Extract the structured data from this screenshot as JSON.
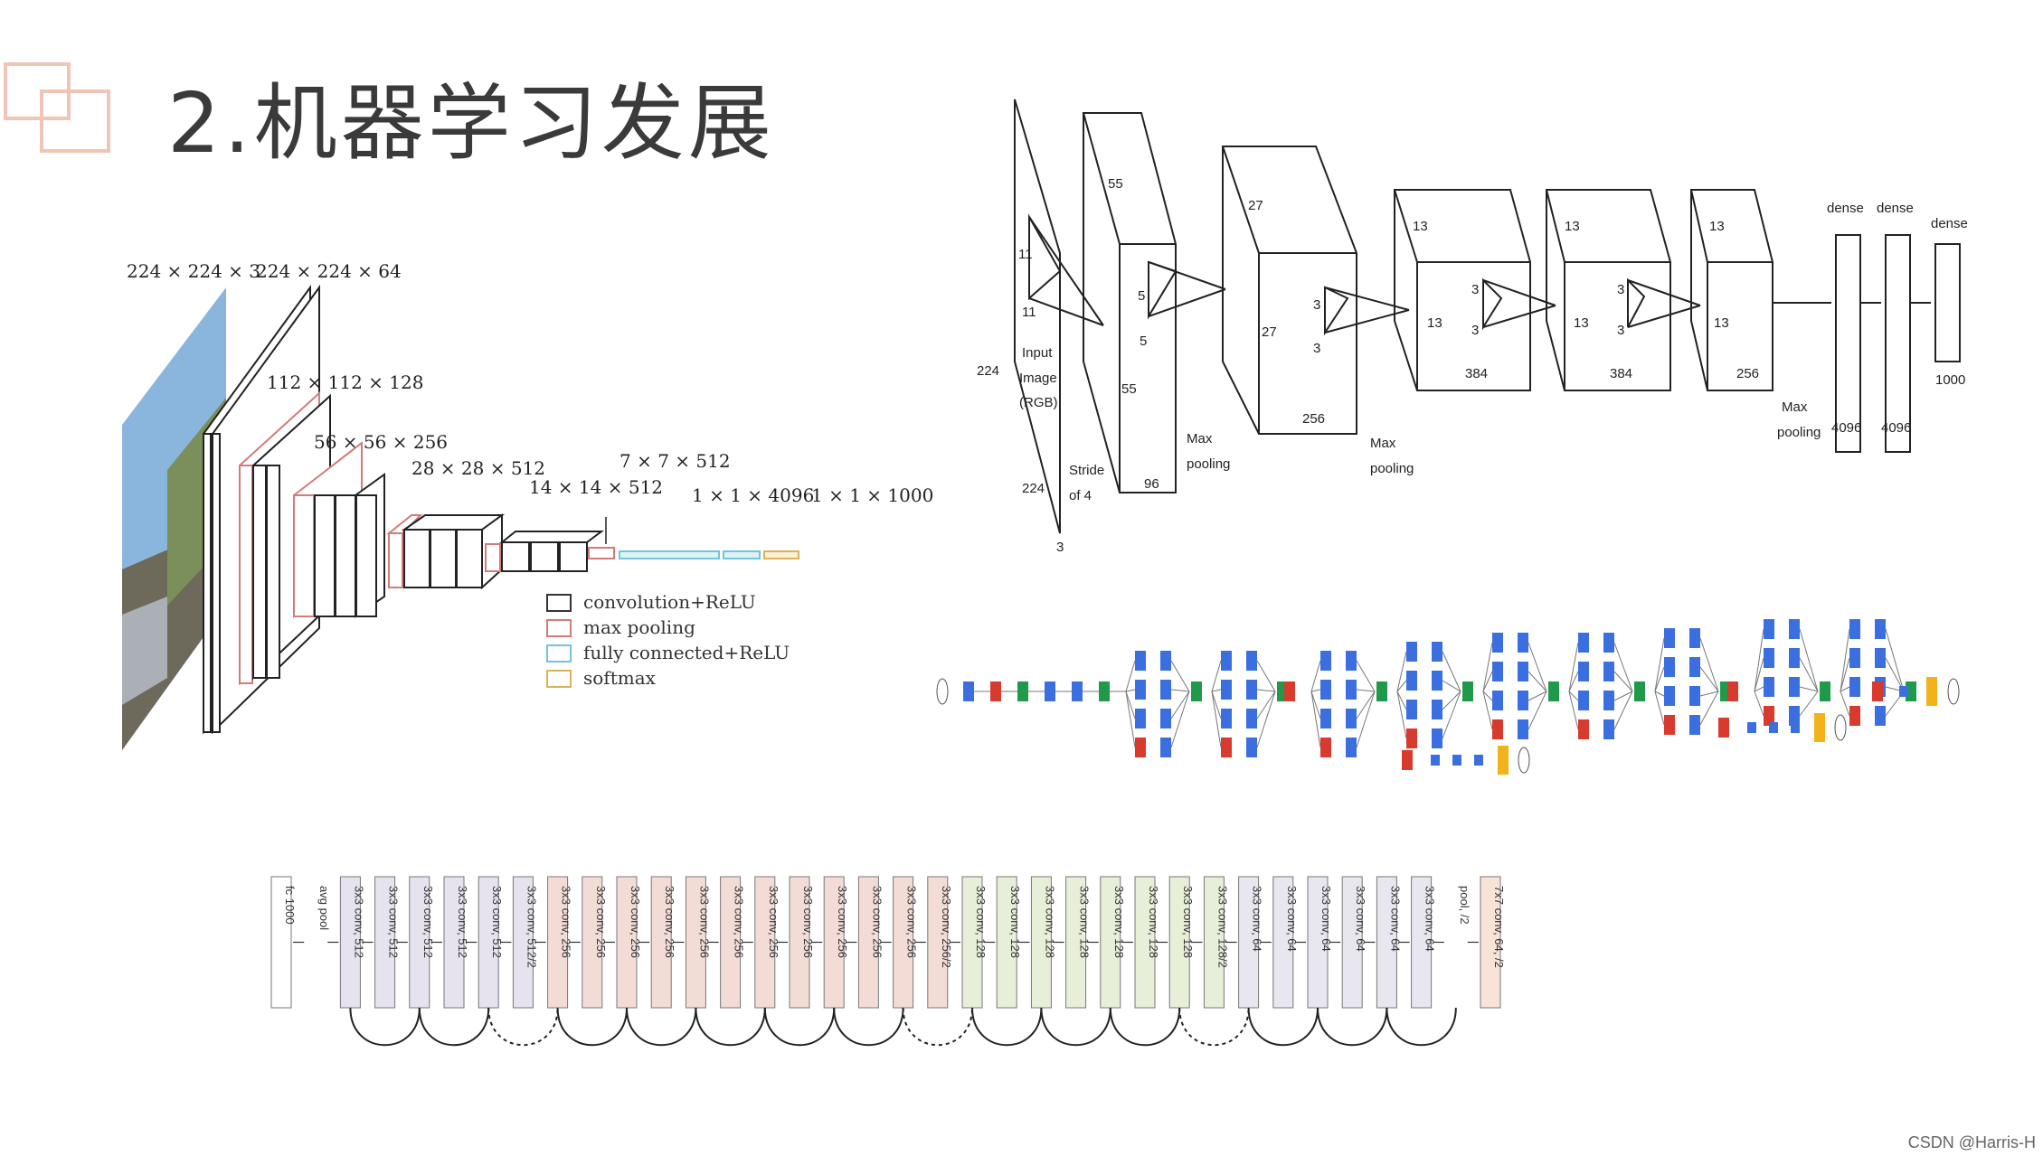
{
  "slide": {
    "title": "2.机器学习发展"
  },
  "watermark": "CSDN @Harris-H",
  "vgg": {
    "shape_labels": [
      "224 × 224 × 3",
      "224 × 224 × 64",
      "112 × 112 × 128",
      "56 × 56 × 256",
      "28 × 28 × 512",
      "14 × 14 × 512",
      "7 × 7 × 512",
      "1 × 1 × 4096",
      "1 × 1 × 1000"
    ],
    "legend": [
      {
        "label": "convolution+ReLU",
        "color": "#333333"
      },
      {
        "label": "max pooling",
        "color": "#d47a7a"
      },
      {
        "label": "fully connected+ReLU",
        "color": "#6fc7d9"
      },
      {
        "label": "softmax",
        "color": "#d9b35a"
      }
    ]
  },
  "alexnet": {
    "labels": {
      "input_h": "224",
      "input_w": "224",
      "input_d": "3",
      "k11a": "11",
      "k11b": "11",
      "input": "Input",
      "image": "Image",
      "rgb": "(RGB)",
      "stride": "Stride",
      "of4": "of 4",
      "l1_h": "55",
      "l1_w": "55",
      "l1_d": "96",
      "k5a": "5",
      "k5b": "5",
      "l2_h": "27",
      "l2_w": "27",
      "l2_d": "256",
      "k3a": "3",
      "k3b": "3",
      "l3_h": "13",
      "l3_w": "13",
      "l3_d": "384",
      "k3c": "3",
      "k3d": "3",
      "l4_h": "13",
      "l4_w": "13",
      "l4_d": "384",
      "k3e": "3",
      "k3f": "3",
      "l5_h": "13",
      "l5_w": "13",
      "l5_d": "256",
      "maxpool": "Max",
      "pooling": "pooling",
      "dense": "dense",
      "d1": "4096",
      "d2": "4096",
      "d3": "1000"
    }
  },
  "resnet": {
    "blocks": [
      "fc 1000",
      "avg pool",
      "3x3 conv, 512",
      "3x3 conv, 512",
      "3x3 conv, 512",
      "3x3 conv, 512",
      "3x3 conv, 512",
      "3x3 conv, 512/2",
      "3x3 conv, 256",
      "3x3 conv, 256",
      "3x3 conv, 256",
      "3x3 conv, 256",
      "3x3 conv, 256",
      "3x3 conv, 256",
      "3x3 conv, 256",
      "3x3 conv, 256",
      "3x3 conv, 256",
      "3x3 conv, 256",
      "3x3 conv, 256",
      "3x3 conv, 256/2",
      "3x3 conv, 128",
      "3x3 conv, 128",
      "3x3 conv, 128",
      "3x3 conv, 128",
      "3x3 conv, 128",
      "3x3 conv, 128",
      "3x3 conv, 128",
      "3x3 conv, 128/2",
      "3x3 conv, 64",
      "3x3 conv, 64",
      "3x3 conv, 64",
      "3x3 conv, 64",
      "3x3 conv, 64",
      "3x3 conv, 64",
      "pool, /2",
      "7x7 conv, 64, /2"
    ],
    "colors": {
      "c512": "#e6e3ef",
      "c256": "#f4dcd6",
      "c128": "#e8efd9",
      "c64": "#e8e6ef",
      "first": "#f7e3d8"
    }
  }
}
